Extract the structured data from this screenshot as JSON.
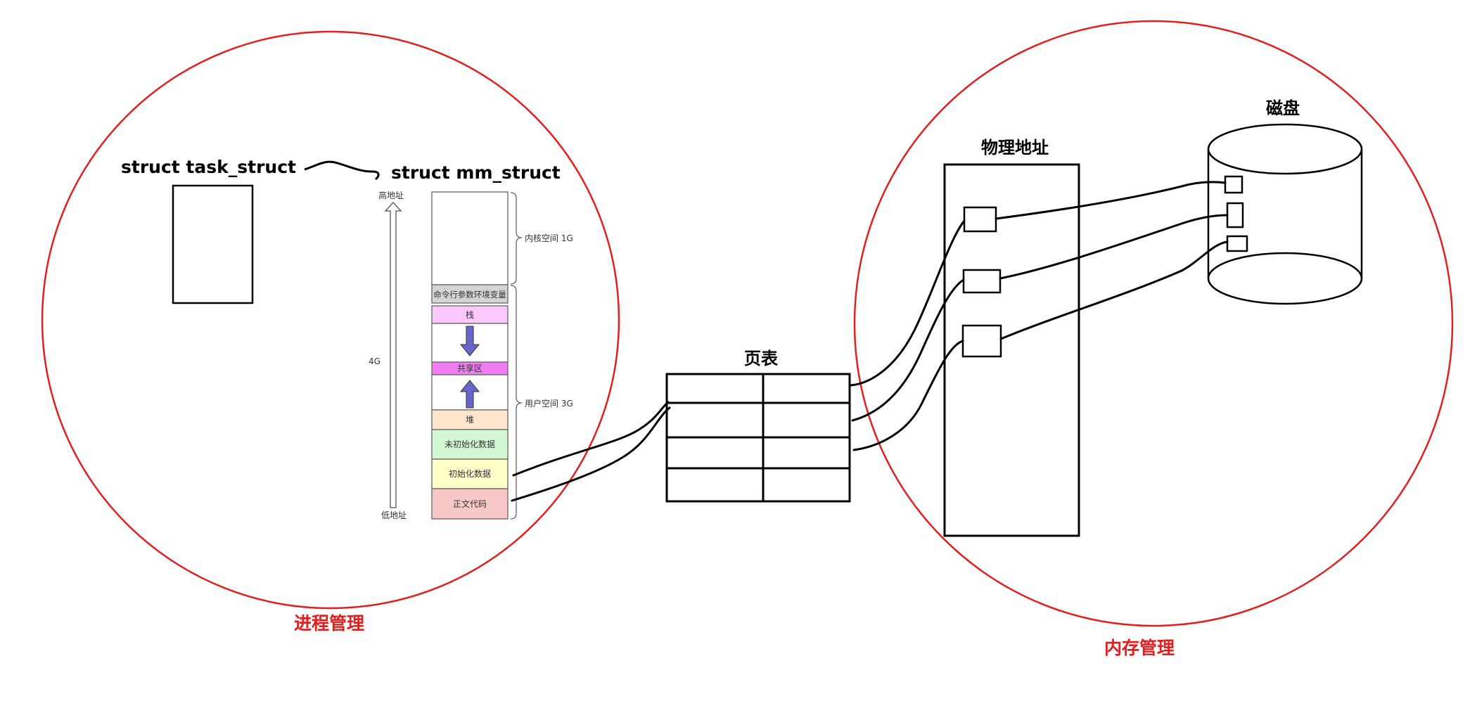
{
  "diagram": {
    "task_struct_label": "struct task_struct",
    "mm_struct_label": "struct mm_struct",
    "high_address": "高地址",
    "low_address": "低地址",
    "total_size": "4G",
    "kernel_space": "内核空间 1G",
    "user_space": "用户空间 3G",
    "segments": [
      {
        "label": "命令行参数环境变量",
        "color": "#d4d4d4"
      },
      {
        "label": "栈",
        "color": "#fbc8fb"
      },
      {
        "label": "",
        "color": "#ffffff"
      },
      {
        "label": "共享区",
        "color": "#f07ef0"
      },
      {
        "label": "",
        "color": "#ffffff"
      },
      {
        "label": "堆",
        "color": "#ffe6cc"
      },
      {
        "label": "未初始化数据",
        "color": "#d4f7d4"
      },
      {
        "label": "初始化数据",
        "color": "#ffffc8"
      },
      {
        "label": "正文代码",
        "color": "#f8c8c8"
      }
    ],
    "page_table_label": "页表",
    "physical_memory_label": "物理地址",
    "disk_label": "磁盘",
    "process_management_label": "进程管理",
    "memory_management_label": "内存管理",
    "circle_color": "#e02020",
    "arrow_color": "#6666cc"
  }
}
